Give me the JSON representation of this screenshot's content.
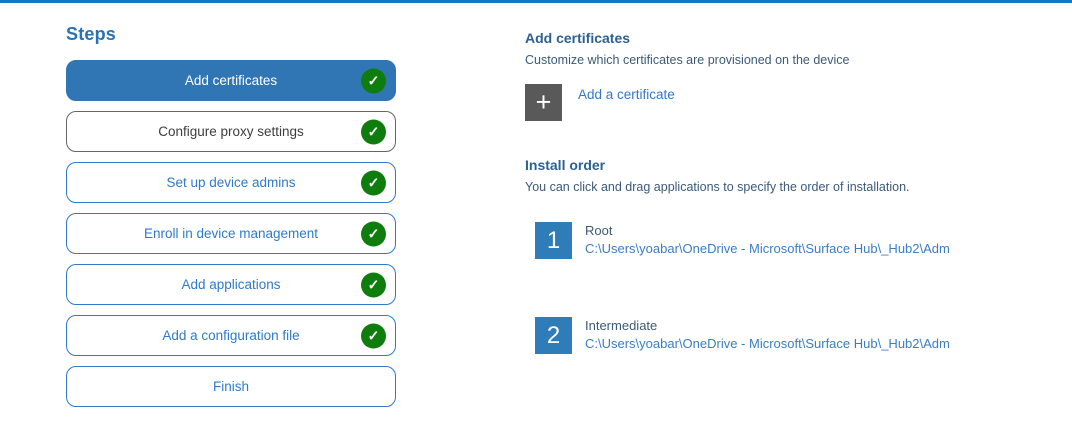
{
  "colors": {
    "top_bar": "#0e79c9",
    "accent_blue": "#3076b5",
    "button_border_blue": "#2f7ac9",
    "check_green": "#0e7d0e",
    "plus_gray": "#595959",
    "number_box_blue": "#2e7cb8"
  },
  "steps_panel": {
    "title": "Steps",
    "check_glyph": "✓",
    "steps": [
      {
        "label": "Add certificates",
        "state": "active",
        "checked": true
      },
      {
        "label": "Configure proxy settings",
        "state": "neutral",
        "checked": true
      },
      {
        "label": "Set up device admins",
        "state": "normal",
        "checked": true
      },
      {
        "label": "Enroll in device management",
        "state": "normal",
        "checked": true
      },
      {
        "label": "Add applications",
        "state": "normal",
        "checked": true
      },
      {
        "label": "Add a configuration file",
        "state": "normal",
        "checked": true
      },
      {
        "label": "Finish",
        "state": "normal",
        "checked": false
      }
    ]
  },
  "main_panel": {
    "heading": "Add certificates",
    "description": "Customize which certificates are provisioned on the device",
    "add_button": {
      "glyph": "+",
      "label": "Add a certificate"
    },
    "install_order": {
      "heading": "Install order",
      "description": "You can click and drag applications to specify the order of installation.",
      "items": [
        {
          "number": "1",
          "name": "Root",
          "path": "C:\\Users\\yoabar\\OneDrive - Microsoft\\Surface Hub\\_Hub2\\Adm"
        },
        {
          "number": "2",
          "name": "Intermediate",
          "path": "C:\\Users\\yoabar\\OneDrive - Microsoft\\Surface Hub\\_Hub2\\Adm"
        }
      ]
    }
  }
}
